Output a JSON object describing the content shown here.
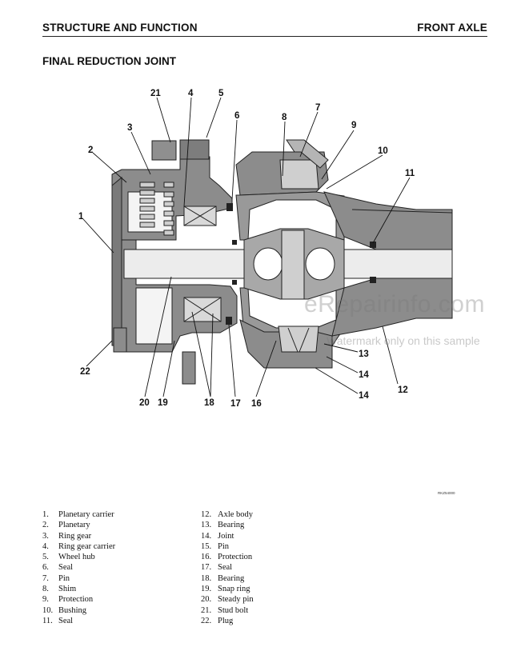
{
  "header": {
    "left_title": "STRUCTURE AND FUNCTION",
    "right_title": "FRONT AXLE"
  },
  "section_title": "FINAL REDUCTION JOINT",
  "callouts": {
    "c1": "1",
    "c2": "2",
    "c3": "3",
    "c4": "4",
    "c5": "5",
    "c6": "6",
    "c7": "7",
    "c8": "8",
    "c9": "9",
    "c10": "10",
    "c11": "11",
    "c12": "12",
    "c13": "13",
    "c14a": "14",
    "c14b": "14",
    "c16": "16",
    "c17": "17",
    "c18": "18",
    "c19": "19",
    "c20": "20",
    "c21": "21",
    "c22": "22"
  },
  "watermark": {
    "site": "eRepairinfo.com",
    "notice": "Watermark only on this sample"
  },
  "figure_code": "RKZ54000",
  "legend": {
    "left": [
      {
        "num": "1.",
        "label": "Planetary carrier"
      },
      {
        "num": "2.",
        "label": "Planetary"
      },
      {
        "num": "3.",
        "label": "Ring gear"
      },
      {
        "num": "4.",
        "label": "Ring gear carrier"
      },
      {
        "num": "5.",
        "label": "Wheel hub"
      },
      {
        "num": "6.",
        "label": "Seal"
      },
      {
        "num": "7.",
        "label": "Pin"
      },
      {
        "num": "8.",
        "label": "Shim"
      },
      {
        "num": "9.",
        "label": "Protection"
      },
      {
        "num": "10.",
        "label": "Bushing"
      },
      {
        "num": "11.",
        "label": "Seal"
      }
    ],
    "right": [
      {
        "num": "12.",
        "label": "Axle body"
      },
      {
        "num": "13.",
        "label": "Bearing"
      },
      {
        "num": "14.",
        "label": "Joint"
      },
      {
        "num": "15.",
        "label": "Pin"
      },
      {
        "num": "16.",
        "label": "Protection"
      },
      {
        "num": "17.",
        "label": "Seal"
      },
      {
        "num": "18.",
        "label": "Bearing"
      },
      {
        "num": "19.",
        "label": "Snap ring"
      },
      {
        "num": "20.",
        "label": "Steady pin"
      },
      {
        "num": "21.",
        "label": "Stud bolt"
      },
      {
        "num": "22.",
        "label": "Plug"
      }
    ]
  }
}
